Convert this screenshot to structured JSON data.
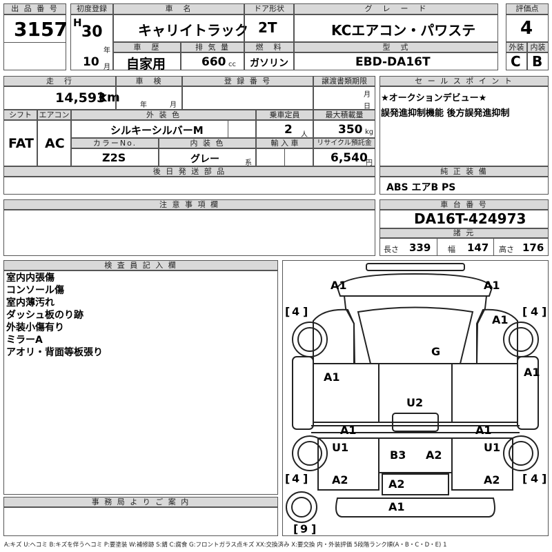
{
  "header": {
    "lot_label": "出 品 番 号",
    "lot_no": "3157",
    "first_reg_label": "初度登録",
    "era": "H",
    "year": "30",
    "year_unit": "年",
    "month": "10",
    "month_unit": "月",
    "carname_label": "車　名",
    "carname": "キャリイトラック",
    "door_label": "ドア形状",
    "door": "2T",
    "grade_label": "グ　レ　ー　ド",
    "grade": "KCエアコン・パワステ",
    "score_label": "評価点",
    "score": "4",
    "history_label": "車　歴",
    "history": "自家用",
    "displacement_label": "排 気 量",
    "displacement": "660",
    "displacement_unit": "cc",
    "fuel_label": "燃　料",
    "fuel": "ガソリン",
    "model_label": "型　式",
    "model": "EBD-DA16T",
    "ext_label": "外装",
    "ext_grade": "C",
    "int_label": "内装",
    "int_grade": "B"
  },
  "specs": {
    "mileage_label": "走　行",
    "mileage": "14,593",
    "mileage_unit": "km",
    "inspection_label": "車　検",
    "insp_year_unit": "年",
    "insp_month_unit": "月",
    "reg_no_label": "登 録 番 号",
    "transfer_label": "譲渡書類期限",
    "transfer_month_unit": "月",
    "transfer_day_unit": "日",
    "shift_label": "シフト",
    "shift": "FAT",
    "ac_label": "エアコン",
    "ac": "AC",
    "color_label": "外 装 色",
    "color": "シルキーシルバーM",
    "capacity_label": "乗車定員",
    "capacity": "2",
    "capacity_unit": "人",
    "load_label": "最大積載量",
    "load": "350",
    "load_unit": "kg",
    "color_no_label": "カラーNo.",
    "color_no": "Z2S",
    "int_color_label": "内 装 色",
    "int_color": "グレー",
    "int_color_unit": "系",
    "import_label": "輸 入 車",
    "recycle_label": "リサイクル預託金",
    "recycle": "6,540",
    "recycle_unit": "円"
  },
  "sales": {
    "label": "セ ー ル ス ポ イ ン ト",
    "line1": "★オークションデビュー★",
    "line2": "誤発進抑制機能 後方誤発進抑制"
  },
  "later_parts_label": "後 日 発 送 部 品",
  "equipment": {
    "label": "純 正 装 備",
    "value": "ABS エアB PS"
  },
  "caution_label": "注 意 事 項 欄",
  "chassis": {
    "label": "車 台 番 号",
    "value": "DA16T-424973",
    "dims_label": "諸 元",
    "length_label": "長さ",
    "length": "339",
    "width_label": "幅",
    "width": "147",
    "height_label": "高さ",
    "height": "176"
  },
  "inspector": {
    "label": "検 査 員 記 入 欄",
    "notes": "室内内張傷\nコンソール傷\n室内薄汚れ\nダッシュ板のり跡\n外装小傷有り\nミラーA\nアオリ・背面等板張り"
  },
  "office_label": "事 務 局 よ り ご 案 内",
  "legend": "A:キズ U:ヘコミ B:キズを伴うヘコミ P:要塗装 W:補修跡 S:錆 C:腐食 G:フロントガラス点キズ XX:交換済み X:要交換 内・外装評価 5段階ランク順(A・B・C・D・E) 1",
  "diagram": {
    "marks": {
      "front_l": "A1",
      "front_r": "A1",
      "tire_fl": "4",
      "tire_fr": "4",
      "fender_r": "A1",
      "glass": "G",
      "side_l": "A1",
      "side_r": "A1",
      "center": "U2",
      "sill_l": "A1",
      "sill_r": "A1",
      "bed_l": "U1",
      "bed_r": "U1",
      "bed_b3": "B3",
      "bed_a2": "A2",
      "tire_rl": "4",
      "tire_rr": "4",
      "gate_l": "A2",
      "gate_r": "A2",
      "gate_c": "A2",
      "bumper": "A1",
      "spare": "9"
    }
  }
}
